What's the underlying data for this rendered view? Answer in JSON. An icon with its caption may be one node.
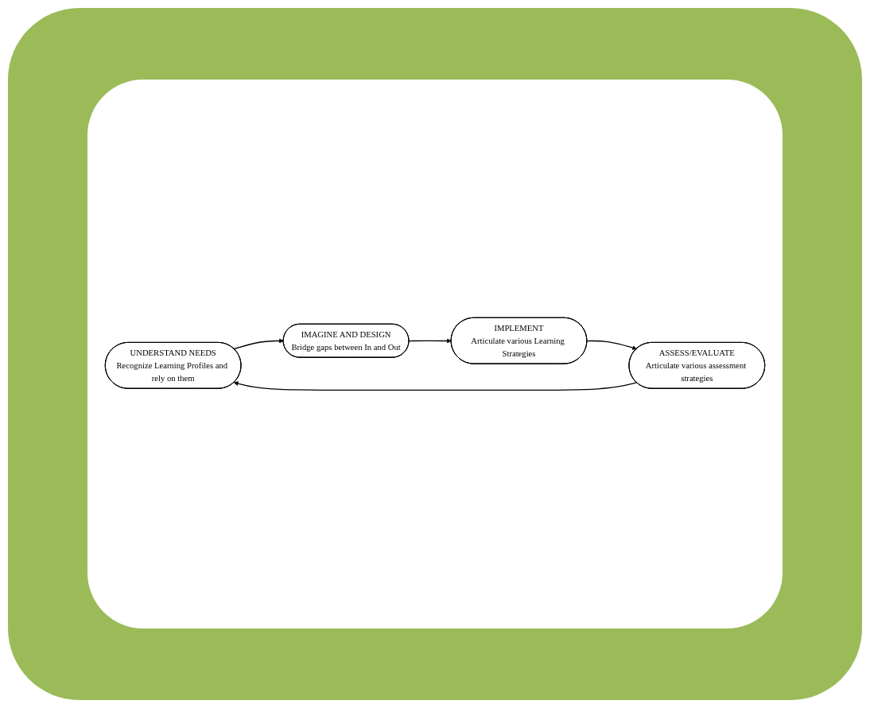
{
  "diagram": {
    "nodes": [
      {
        "text": [
          "UNDERSTAND NEEDS",
          "Recognize Learning Profiles and rely on them"
        ]
      },
      {
        "text": [
          "IMAGINE AND DESIGN",
          "Bridge gaps between In and Out"
        ]
      },
      {
        "text": [
          "IMPLEMENT",
          "Articulate various Learning Strategies"
        ]
      },
      {
        "text": [
          "ASSESS/EVALUATE",
          "Articulate various assessment strategies"
        ]
      }
    ],
    "edges": [
      {
        "from": 0,
        "to": 1,
        "arrow": "to"
      },
      {
        "from": 1,
        "to": 2,
        "arrow": "to"
      },
      {
        "from": 2,
        "to": 3,
        "arrow": "to"
      },
      {
        "from": 3,
        "to": 0,
        "arrow": "to"
      }
    ]
  }
}
